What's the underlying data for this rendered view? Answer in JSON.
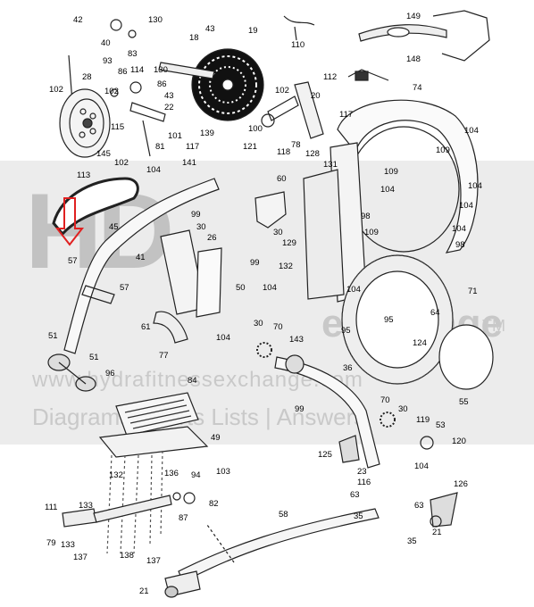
{
  "watermark": {
    "logo_text": "HD",
    "exchange": "exchange",
    "tm": "TM",
    "url": "www.hydrafitnessexchange.com",
    "subtitle": "Diagrams | Parts Lists | Answers"
  },
  "callouts": [
    {
      "id": "c42",
      "text": "42"
    },
    {
      "id": "c40",
      "text": "40"
    },
    {
      "id": "c83",
      "text": "83"
    },
    {
      "id": "c130a",
      "text": "130"
    },
    {
      "id": "c130b",
      "text": "130"
    },
    {
      "id": "c18",
      "text": "18"
    },
    {
      "id": "c43a",
      "text": "43"
    },
    {
      "id": "c19",
      "text": "19"
    },
    {
      "id": "c110",
      "text": "110"
    },
    {
      "id": "c149",
      "text": "149"
    },
    {
      "id": "c148",
      "text": "148"
    },
    {
      "id": "c102a",
      "text": "102"
    },
    {
      "id": "c28",
      "text": "28"
    },
    {
      "id": "c93",
      "text": "93"
    },
    {
      "id": "c86a",
      "text": "86"
    },
    {
      "id": "c114",
      "text": "114"
    },
    {
      "id": "c86b",
      "text": "86"
    },
    {
      "id": "c102b",
      "text": "102"
    },
    {
      "id": "c43b",
      "text": "43"
    },
    {
      "id": "c115",
      "text": "115"
    },
    {
      "id": "c22",
      "text": "22"
    },
    {
      "id": "c101",
      "text": "101"
    },
    {
      "id": "c112",
      "text": "112"
    },
    {
      "id": "c74",
      "text": "74"
    },
    {
      "id": "c102c",
      "text": "102"
    },
    {
      "id": "c20",
      "text": "20"
    },
    {
      "id": "c117a",
      "text": "117"
    },
    {
      "id": "c100",
      "text": "100"
    },
    {
      "id": "c139",
      "text": "139"
    },
    {
      "id": "c81",
      "text": "81"
    },
    {
      "id": "c145",
      "text": "145"
    },
    {
      "id": "c102d",
      "text": "102"
    },
    {
      "id": "c117b",
      "text": "117"
    },
    {
      "id": "c121",
      "text": "121"
    },
    {
      "id": "c118",
      "text": "118"
    },
    {
      "id": "c78",
      "text": "78"
    },
    {
      "id": "c128",
      "text": "128"
    },
    {
      "id": "c131",
      "text": "131"
    },
    {
      "id": "c104a",
      "text": "104"
    },
    {
      "id": "c109a",
      "text": "109"
    },
    {
      "id": "c113",
      "text": "113"
    },
    {
      "id": "c104b",
      "text": "104"
    },
    {
      "id": "c141",
      "text": "141"
    },
    {
      "id": "c109b",
      "text": "109"
    },
    {
      "id": "c104c",
      "text": "104"
    },
    {
      "id": "c104d",
      "text": "104"
    },
    {
      "id": "c60",
      "text": "60"
    },
    {
      "id": "c99a",
      "text": "99"
    },
    {
      "id": "c98a",
      "text": "98"
    },
    {
      "id": "c104e",
      "text": "104"
    },
    {
      "id": "c45",
      "text": "45"
    },
    {
      "id": "c30a",
      "text": "30"
    },
    {
      "id": "c26",
      "text": "26"
    },
    {
      "id": "c30b",
      "text": "30"
    },
    {
      "id": "c109c",
      "text": "109"
    },
    {
      "id": "c104f",
      "text": "104"
    },
    {
      "id": "c129",
      "text": "129"
    },
    {
      "id": "c99b",
      "text": "99"
    },
    {
      "id": "c98b",
      "text": "98"
    },
    {
      "id": "c57a",
      "text": "57"
    },
    {
      "id": "c41",
      "text": "41"
    },
    {
      "id": "c132",
      "text": "132"
    },
    {
      "id": "c104g",
      "text": "104"
    },
    {
      "id": "c50",
      "text": "50"
    },
    {
      "id": "c104h",
      "text": "104"
    },
    {
      "id": "c57b",
      "text": "57"
    },
    {
      "id": "c71",
      "text": "71"
    },
    {
      "id": "c64",
      "text": "64"
    },
    {
      "id": "c95a",
      "text": "95"
    },
    {
      "id": "c61",
      "text": "61"
    },
    {
      "id": "c104i",
      "text": "104"
    },
    {
      "id": "c30c",
      "text": "30"
    },
    {
      "id": "c70a",
      "text": "70"
    },
    {
      "id": "c95b",
      "text": "95"
    },
    {
      "id": "c124",
      "text": "124"
    },
    {
      "id": "c51a",
      "text": "51"
    },
    {
      "id": "c77",
      "text": "77"
    },
    {
      "id": "c143",
      "text": "143"
    },
    {
      "id": "c51b",
      "text": "51"
    },
    {
      "id": "c96",
      "text": "96"
    },
    {
      "id": "c36",
      "text": "36"
    },
    {
      "id": "c84",
      "text": "84"
    },
    {
      "id": "c99c",
      "text": "99"
    },
    {
      "id": "c55",
      "text": "55"
    },
    {
      "id": "c70b",
      "text": "70"
    },
    {
      "id": "c30d",
      "text": "30"
    },
    {
      "id": "c119",
      "text": "119"
    },
    {
      "id": "c53",
      "text": "53"
    },
    {
      "id": "c49",
      "text": "49"
    },
    {
      "id": "c120",
      "text": "120"
    },
    {
      "id": "c125",
      "text": "125"
    },
    {
      "id": "c104j",
      "text": "104"
    },
    {
      "id": "c23",
      "text": "23"
    },
    {
      "id": "c132b",
      "text": "132"
    },
    {
      "id": "c136",
      "text": "136"
    },
    {
      "id": "c94",
      "text": "94"
    },
    {
      "id": "c103",
      "text": "103"
    },
    {
      "id": "c116",
      "text": "116"
    },
    {
      "id": "c126",
      "text": "126"
    },
    {
      "id": "c63a",
      "text": "63"
    },
    {
      "id": "c111",
      "text": "111"
    },
    {
      "id": "c133a",
      "text": "133"
    },
    {
      "id": "c87",
      "text": "87"
    },
    {
      "id": "c82",
      "text": "82"
    },
    {
      "id": "c63b",
      "text": "63"
    },
    {
      "id": "c58",
      "text": "58"
    },
    {
      "id": "c35a",
      "text": "35"
    },
    {
      "id": "c79",
      "text": "79"
    },
    {
      "id": "c133b",
      "text": "133"
    },
    {
      "id": "c21a",
      "text": "21"
    },
    {
      "id": "c35b",
      "text": "35"
    },
    {
      "id": "c137a",
      "text": "137"
    },
    {
      "id": "c138",
      "text": "138"
    },
    {
      "id": "c137b",
      "text": "137"
    },
    {
      "id": "c21b",
      "text": "21"
    }
  ]
}
